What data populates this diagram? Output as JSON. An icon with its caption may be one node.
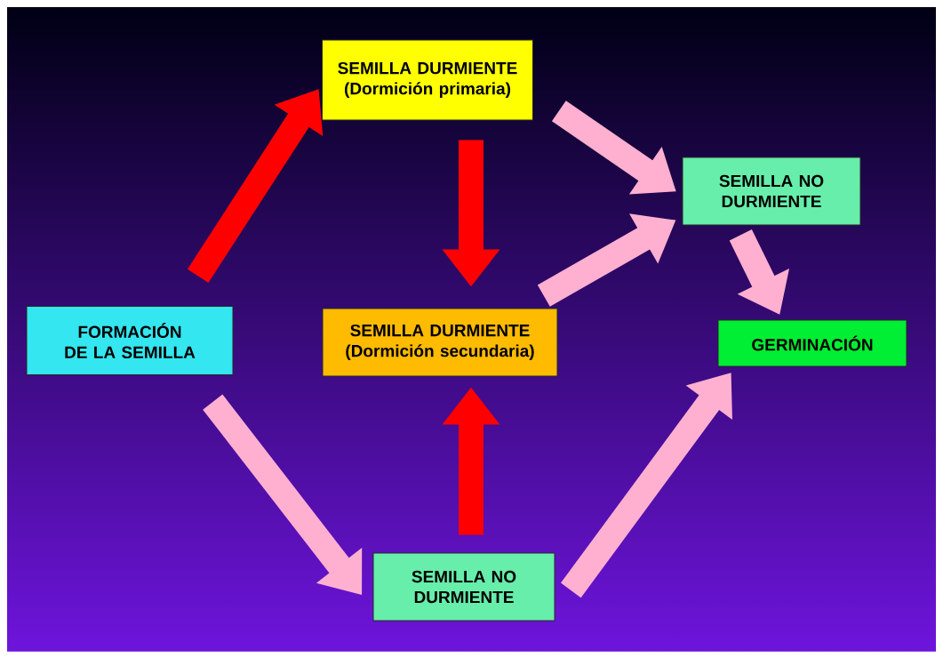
{
  "diagram": {
    "nodes": [
      {
        "text": [
          "FORMACIÓN DE LA SEMILLA"
        ]
      },
      {
        "text": [
          "SEMILLA DURMIENTE",
          "(Dormición primaria)"
        ]
      },
      {
        "text": [
          "SEMILLA NO DURMIENTE"
        ]
      },
      {
        "text": [
          "SEMILLA DURMIENTE",
          "(Dormición secundaria)"
        ]
      },
      {
        "text": [
          "GERMINACIÓN"
        ]
      },
      {
        "text": [
          "SEMILLA NO DURMIENTE"
        ]
      }
    ],
    "edges": [
      {
        "from": 0,
        "to": 1,
        "arrow": "to",
        "color": "#ff0000"
      },
      {
        "from": 1,
        "to": 3,
        "arrow": "to",
        "color": "#ff0000"
      },
      {
        "from": 5,
        "to": 3,
        "arrow": "to",
        "color": "#ff0000"
      },
      {
        "from": 0,
        "to": 5,
        "arrow": "to"
      },
      {
        "from": 1,
        "to": 2,
        "arrow": "to"
      },
      {
        "from": 3,
        "to": 2,
        "arrow": "to"
      },
      {
        "from": 2,
        "to": 4,
        "arrow": "to"
      },
      {
        "from": 5,
        "to": 4,
        "arrow": "to"
      }
    ]
  }
}
